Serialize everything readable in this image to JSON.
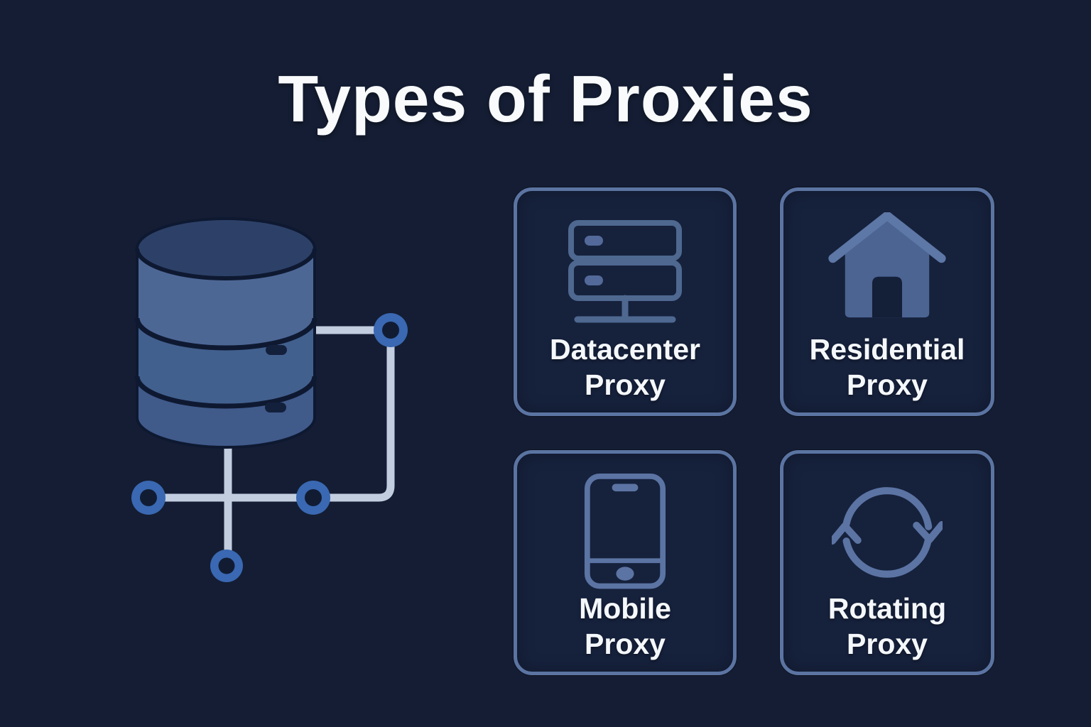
{
  "page": {
    "title": "Types of Proxies",
    "background_color": "#141d33"
  },
  "palette": {
    "title_text": "#f8fafc",
    "label_text": "#f5f8fb",
    "card_background": "#16213c",
    "card_border": "#5b74a2",
    "server_icon_stroke": "#4e6890",
    "house_icon_fill": "#4b6492",
    "house_roof_stroke": "#5d77a6",
    "phone_icon_stroke": "#5b74a3",
    "rotating_icon_stroke": "#5b74a3",
    "connector_line": "#c2cde0",
    "node_ring": "#3a68b2",
    "node_hole": "#111c33",
    "cylinder_top": "#2d4168",
    "cylinder_band_upper": "#4d6795",
    "cylinder_band_middle": "#42608e",
    "cylinder_band_lower": "#405a8a",
    "cylinder_seam": "#0e1931"
  },
  "illustration": {
    "name": "database-network-illustration",
    "elements": [
      "database-cylinder",
      "connector-lines",
      "network-nodes"
    ],
    "node_count": 4
  },
  "cards": [
    {
      "id": "datacenter-proxy",
      "icon": "server-icon",
      "line1": "Datacenter",
      "line2": "Proxy"
    },
    {
      "id": "residential-proxy",
      "icon": "house-icon",
      "line1": "Residential",
      "line2": "Proxy"
    },
    {
      "id": "mobile-proxy",
      "icon": "smartphone-icon",
      "line1": "Mobile",
      "line2": "Proxy"
    },
    {
      "id": "rotating-proxy",
      "icon": "rotating-arrows-icon",
      "line1": "Rotating",
      "line2": "Proxy"
    }
  ]
}
